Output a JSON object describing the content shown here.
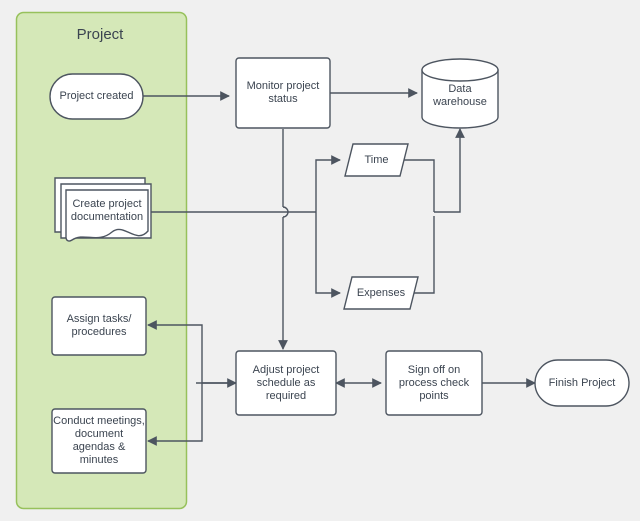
{
  "diagram": {
    "title": "Project",
    "pool": {
      "label": "Project",
      "fill": "#d5e8b8",
      "stroke": "#97c15c"
    },
    "palette": {
      "background": "#f0f0f0",
      "node_fill": "#ffffff",
      "node_stroke": "#4d5560",
      "text": "#3b4450",
      "connector": "#4d5560"
    },
    "nodes": [
      {
        "id": "project-created",
        "label": "Project created",
        "shape": "stadium"
      },
      {
        "id": "monitor-project-status",
        "label": "Monitor project\nstatus",
        "shape": "process"
      },
      {
        "id": "data-warehouse",
        "label": "Data\nwarehouse",
        "shape": "database"
      },
      {
        "id": "create-project-documentation",
        "label": "Create project\ndocumentation",
        "shape": "multi-document"
      },
      {
        "id": "time",
        "label": "Time",
        "shape": "parallelogram"
      },
      {
        "id": "expenses",
        "label": "Expenses",
        "shape": "parallelogram"
      },
      {
        "id": "assign-tasks",
        "label": "Assign tasks/\nprocedures",
        "shape": "process"
      },
      {
        "id": "conduct-meetings",
        "label": "Conduct meetings,\ndocument\nagendas &\nminutes",
        "shape": "process"
      },
      {
        "id": "adjust-project-schedule",
        "label": "Adjust project\nschedule as\nrequired",
        "shape": "process"
      },
      {
        "id": "sign-off",
        "label": "Sign off on\nprocess check\npoints",
        "shape": "process"
      },
      {
        "id": "finish-project",
        "label": "Finish Project",
        "shape": "stadium"
      }
    ],
    "edges": [
      {
        "from": "project-created",
        "to": "monitor-project-status",
        "arrow": "single"
      },
      {
        "from": "monitor-project-status",
        "to": "data-warehouse",
        "arrow": "single"
      },
      {
        "from": "monitor-project-status",
        "to": "adjust-project-schedule",
        "arrow": "single"
      },
      {
        "from": "create-project-documentation",
        "to": "time",
        "arrow": "single"
      },
      {
        "from": "create-project-documentation",
        "to": "expenses",
        "arrow": "single"
      },
      {
        "from": "time",
        "to": "data-warehouse",
        "arrow": "single"
      },
      {
        "from": "expenses",
        "to": "data-warehouse",
        "arrow": "single"
      },
      {
        "from": "adjust-project-schedule",
        "to": "assign-tasks",
        "arrow": "single"
      },
      {
        "from": "adjust-project-schedule",
        "to": "conduct-meetings",
        "arrow": "single"
      },
      {
        "from": "adjust-project-schedule",
        "to": "sign-off",
        "arrow": "double"
      },
      {
        "from": "sign-off",
        "to": "finish-project",
        "arrow": "single"
      }
    ]
  }
}
